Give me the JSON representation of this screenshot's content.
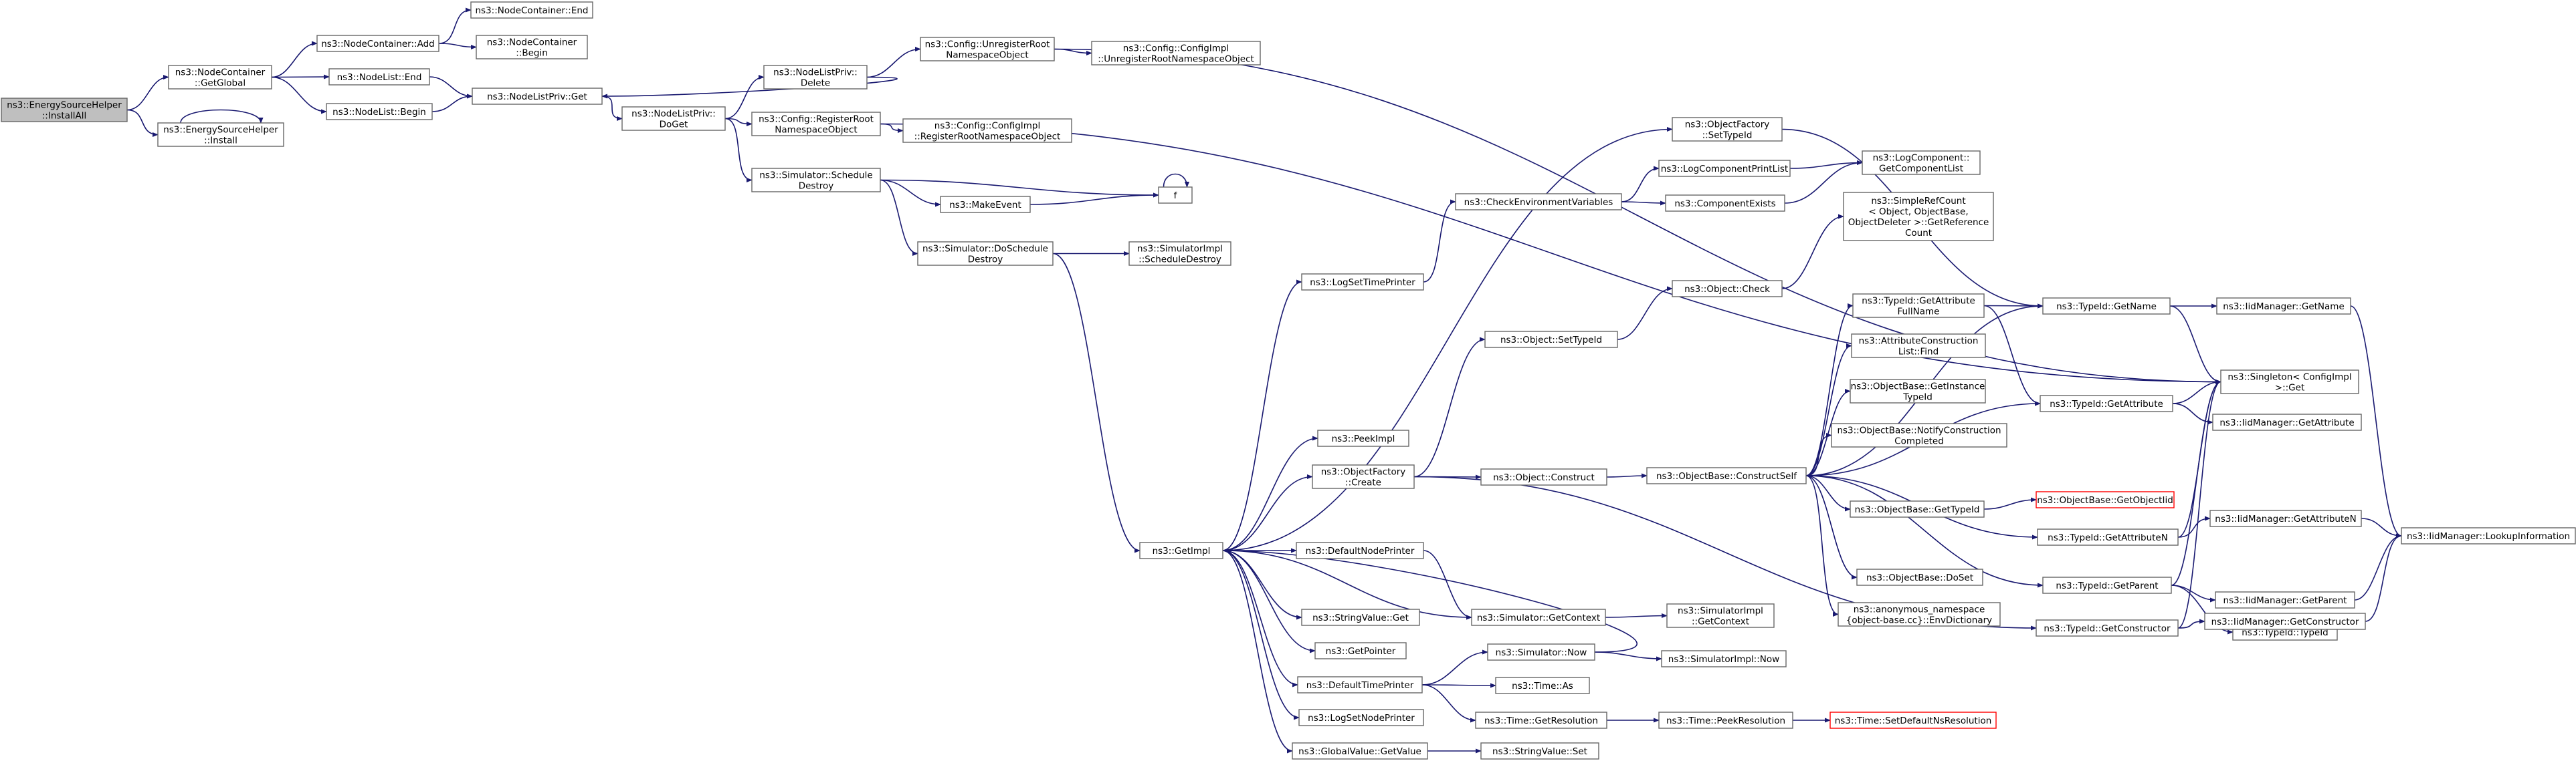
{
  "colors": {
    "edge": "#191970",
    "border": "#666666",
    "root_fill": "#bfbfbf",
    "truncated_border": "#ff0000"
  },
  "nodes": [
    {
      "id": "n0",
      "lines": [
        "ns3::EnergySourceHelper",
        "::InstallAll"
      ],
      "root": true
    },
    {
      "id": "n1",
      "lines": [
        "ns3::NodeContainer",
        "::GetGlobal"
      ]
    },
    {
      "id": "n2",
      "lines": [
        "ns3::EnergySourceHelper",
        "::Install"
      ]
    },
    {
      "id": "n3",
      "lines": [
        "ns3::NodeContainer::Add"
      ]
    },
    {
      "id": "n4",
      "lines": [
        "ns3::NodeList::End"
      ]
    },
    {
      "id": "n5",
      "lines": [
        "ns3::NodeList::Begin"
      ]
    },
    {
      "id": "n6",
      "lines": [
        "ns3::NodeContainer::End"
      ]
    },
    {
      "id": "n7",
      "lines": [
        "ns3::NodeContainer",
        "::Begin"
      ]
    },
    {
      "id": "n8",
      "lines": [
        "ns3::NodeListPriv::Get"
      ]
    },
    {
      "id": "n9",
      "lines": [
        "ns3::NodeListPriv::",
        "DoGet"
      ]
    },
    {
      "id": "n10",
      "lines": [
        "ns3::NodeListPriv::",
        "Delete"
      ]
    },
    {
      "id": "n11",
      "lines": [
        "ns3::Config::RegisterRoot",
        "NamespaceObject"
      ]
    },
    {
      "id": "n12",
      "lines": [
        "ns3::Simulator::Schedule",
        "Destroy"
      ]
    },
    {
      "id": "n13",
      "lines": [
        "ns3::Config::UnregisterRoot",
        "NamespaceObject"
      ]
    },
    {
      "id": "n14",
      "lines": [
        "ns3::Config::ConfigImpl",
        "::UnregisterRootNamespaceObject"
      ]
    },
    {
      "id": "n15",
      "lines": [
        "ns3::Config::ConfigImpl",
        "::RegisterRootNamespaceObject"
      ]
    },
    {
      "id": "n16",
      "lines": [
        "ns3::MakeEvent"
      ]
    },
    {
      "id": "n17",
      "lines": [
        "ns3::Simulator::DoSchedule",
        "Destroy"
      ]
    },
    {
      "id": "n18",
      "lines": [
        "f"
      ]
    },
    {
      "id": "n19",
      "lines": [
        "ns3::SimulatorImpl",
        "::ScheduleDestroy"
      ]
    },
    {
      "id": "n20",
      "lines": [
        "ns3::GetImpl"
      ]
    },
    {
      "id": "n21",
      "lines": [
        "ns3::LogSetTimePrinter"
      ]
    },
    {
      "id": "n22",
      "lines": [
        "ns3::PeekImpl"
      ]
    },
    {
      "id": "n23",
      "lines": [
        "ns3::ObjectFactory",
        "::Create"
      ]
    },
    {
      "id": "n24",
      "lines": [
        "ns3::DefaultNodePrinter"
      ]
    },
    {
      "id": "n25",
      "lines": [
        "ns3::StringValue::Get"
      ]
    },
    {
      "id": "n26",
      "lines": [
        "ns3::GetPointer"
      ]
    },
    {
      "id": "n27",
      "lines": [
        "ns3::DefaultTimePrinter"
      ]
    },
    {
      "id": "n28",
      "lines": [
        "ns3::LogSetNodePrinter"
      ]
    },
    {
      "id": "n29",
      "lines": [
        "ns3::GlobalValue::GetValue"
      ]
    },
    {
      "id": "n30",
      "lines": [
        "ns3::ObjectFactory",
        "::SetTypeId"
      ]
    },
    {
      "id": "n31",
      "lines": [
        "ns3::CheckEnvironmentVariables"
      ]
    },
    {
      "id": "n32",
      "lines": [
        "ns3::LogComponentPrintList"
      ]
    },
    {
      "id": "n33",
      "lines": [
        "ns3::ComponentExists"
      ]
    },
    {
      "id": "n34",
      "lines": [
        "ns3::LogComponent::",
        "GetComponentList"
      ]
    },
    {
      "id": "n35",
      "lines": [
        "ns3::SimpleRefCount",
        "< Object, ObjectBase,",
        "ObjectDeleter >::GetReference",
        "Count"
      ]
    },
    {
      "id": "n36",
      "lines": [
        "ns3::Object::Check"
      ]
    },
    {
      "id": "n37",
      "lines": [
        "ns3::Object::SetTypeId"
      ]
    },
    {
      "id": "n38",
      "lines": [
        "ns3::Object::Construct"
      ]
    },
    {
      "id": "n39",
      "lines": [
        "ns3::ObjectBase::ConstructSelf"
      ]
    },
    {
      "id": "n40",
      "lines": [
        "ns3::TypeId::GetAttribute",
        "FullName"
      ]
    },
    {
      "id": "n41",
      "lines": [
        "ns3::AttributeConstruction",
        "List::Find"
      ]
    },
    {
      "id": "n42",
      "lines": [
        "ns3::ObjectBase::GetInstance",
        "TypeId"
      ]
    },
    {
      "id": "n43",
      "lines": [
        "ns3::ObjectBase::NotifyConstruction",
        "Completed"
      ]
    },
    {
      "id": "n44",
      "lines": [
        "ns3::ObjectBase::GetTypeId"
      ]
    },
    {
      "id": "n45",
      "lines": [
        "ns3::ObjectBase::GetObjectIid"
      ],
      "truncated": true
    },
    {
      "id": "n46",
      "lines": [
        "ns3::ObjectBase::DoSet"
      ]
    },
    {
      "id": "n47",
      "lines": [
        "ns3::anonymous_namespace",
        "{object-base.cc}::EnvDictionary"
      ]
    },
    {
      "id": "n48",
      "lines": [
        "ns3::TypeId::GetName"
      ]
    },
    {
      "id": "n49",
      "lines": [
        "ns3::TypeId::GetAttribute"
      ]
    },
    {
      "id": "n50",
      "lines": [
        "ns3::TypeId::GetAttributeN"
      ]
    },
    {
      "id": "n51",
      "lines": [
        "ns3::TypeId::GetParent"
      ]
    },
    {
      "id": "n52",
      "lines": [
        "ns3::TypeId::GetConstructor"
      ]
    },
    {
      "id": "n53",
      "lines": [
        "ns3::IidManager::GetName"
      ]
    },
    {
      "id": "n54",
      "lines": [
        "ns3::Singleton< ConfigImpl",
        ">::Get"
      ]
    },
    {
      "id": "n55",
      "lines": [
        "ns3::IidManager::GetAttribute"
      ]
    },
    {
      "id": "n56",
      "lines": [
        "ns3::IidManager::GetAttributeN"
      ]
    },
    {
      "id": "n57",
      "lines": [
        "ns3::IidManager::GetParent"
      ]
    },
    {
      "id": "n58",
      "lines": [
        "ns3::TypeId::TypeId"
      ]
    },
    {
      "id": "n59",
      "lines": [
        "ns3::IidManager::GetConstructor"
      ]
    },
    {
      "id": "n60",
      "lines": [
        "ns3::IidManager::LookupInformation"
      ]
    },
    {
      "id": "n61",
      "lines": [
        "ns3::Simulator::GetContext"
      ]
    },
    {
      "id": "n62",
      "lines": [
        "ns3::SimulatorImpl",
        "::GetContext"
      ]
    },
    {
      "id": "n63",
      "lines": [
        "ns3::Simulator::Now"
      ]
    },
    {
      "id": "n64",
      "lines": [
        "ns3::SimulatorImpl::Now"
      ]
    },
    {
      "id": "n65",
      "lines": [
        "ns3::Time::As"
      ]
    },
    {
      "id": "n66",
      "lines": [
        "ns3::Time::GetResolution"
      ]
    },
    {
      "id": "n67",
      "lines": [
        "ns3::Time::PeekResolution"
      ]
    },
    {
      "id": "n68",
      "lines": [
        "ns3::Time::SetDefaultNsResolution"
      ],
      "truncated": true
    },
    {
      "id": "n69",
      "lines": [
        "ns3::StringValue::Set"
      ]
    }
  ],
  "edges": [
    [
      "n0",
      "n1"
    ],
    [
      "n0",
      "n2"
    ],
    [
      "n2",
      "n2"
    ],
    [
      "n1",
      "n3"
    ],
    [
      "n1",
      "n4"
    ],
    [
      "n1",
      "n5"
    ],
    [
      "n3",
      "n6"
    ],
    [
      "n3",
      "n7"
    ],
    [
      "n4",
      "n8"
    ],
    [
      "n5",
      "n8"
    ],
    [
      "n8",
      "n9"
    ],
    [
      "n9",
      "n10"
    ],
    [
      "n10",
      "n8"
    ],
    [
      "n9",
      "n11"
    ],
    [
      "n9",
      "n12"
    ],
    [
      "n10",
      "n13"
    ],
    [
      "n13",
      "n14"
    ],
    [
      "n13",
      "n54"
    ],
    [
      "n11",
      "n15"
    ],
    [
      "n11",
      "n54"
    ],
    [
      "n12",
      "n16"
    ],
    [
      "n12",
      "n17"
    ],
    [
      "n12",
      "n18"
    ],
    [
      "n16",
      "n18"
    ],
    [
      "n18",
      "n18"
    ],
    [
      "n17",
      "n19"
    ],
    [
      "n17",
      "n20"
    ],
    [
      "n20",
      "n21"
    ],
    [
      "n20",
      "n22"
    ],
    [
      "n20",
      "n23"
    ],
    [
      "n20",
      "n24"
    ],
    [
      "n20",
      "n25"
    ],
    [
      "n20",
      "n26"
    ],
    [
      "n20",
      "n27"
    ],
    [
      "n20",
      "n28"
    ],
    [
      "n20",
      "n29"
    ],
    [
      "n20",
      "n30"
    ],
    [
      "n20",
      "n61"
    ],
    [
      "n21",
      "n31"
    ],
    [
      "n31",
      "n32"
    ],
    [
      "n31",
      "n33"
    ],
    [
      "n32",
      "n34"
    ],
    [
      "n33",
      "n34"
    ],
    [
      "n23",
      "n37"
    ],
    [
      "n23",
      "n38"
    ],
    [
      "n23",
      "n52"
    ],
    [
      "n37",
      "n36"
    ],
    [
      "n36",
      "n35"
    ],
    [
      "n38",
      "n39"
    ],
    [
      "n39",
      "n40"
    ],
    [
      "n39",
      "n41"
    ],
    [
      "n39",
      "n42"
    ],
    [
      "n39",
      "n43"
    ],
    [
      "n39",
      "n44"
    ],
    [
      "n39",
      "n46"
    ],
    [
      "n39",
      "n47"
    ],
    [
      "n39",
      "n48"
    ],
    [
      "n39",
      "n49"
    ],
    [
      "n39",
      "n50"
    ],
    [
      "n39",
      "n51"
    ],
    [
      "n44",
      "n45"
    ],
    [
      "n40",
      "n48"
    ],
    [
      "n40",
      "n49"
    ],
    [
      "n48",
      "n53"
    ],
    [
      "n48",
      "n54"
    ],
    [
      "n53",
      "n60"
    ],
    [
      "n49",
      "n54"
    ],
    [
      "n49",
      "n55"
    ],
    [
      "n50",
      "n54"
    ],
    [
      "n50",
      "n56"
    ],
    [
      "n56",
      "n60"
    ],
    [
      "n51",
      "n54"
    ],
    [
      "n51",
      "n57"
    ],
    [
      "n51",
      "n58"
    ],
    [
      "n57",
      "n60"
    ],
    [
      "n52",
      "n54"
    ],
    [
      "n52",
      "n59"
    ],
    [
      "n59",
      "n60"
    ],
    [
      "n30",
      "n48"
    ],
    [
      "n24",
      "n61"
    ],
    [
      "n61",
      "n62"
    ],
    [
      "n27",
      "n63"
    ],
    [
      "n27",
      "n65"
    ],
    [
      "n27",
      "n66"
    ],
    [
      "n63",
      "n64"
    ],
    [
      "n63",
      "n20"
    ],
    [
      "n66",
      "n67"
    ],
    [
      "n67",
      "n68"
    ],
    [
      "n29",
      "n69"
    ]
  ]
}
